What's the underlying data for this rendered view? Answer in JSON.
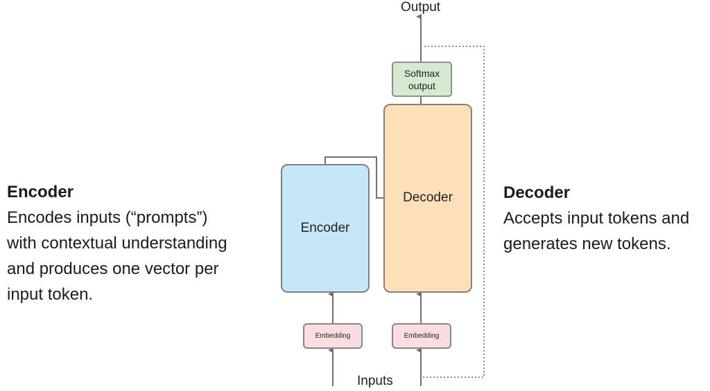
{
  "encoder_description": {
    "title": "Encoder",
    "lines": [
      "Encodes inputs (“prompts”)",
      "with contextual understanding",
      "and produces one vector per",
      "input token."
    ]
  },
  "decoder_description": {
    "title": "Decoder",
    "lines": [
      "Accepts input tokens and",
      "generates new tokens."
    ]
  },
  "diagram": {
    "output_label": "Output",
    "inputs_label": "Inputs",
    "softmax_lines": [
      "Softmax",
      "output"
    ],
    "encoder_label": "Encoder",
    "decoder_label": "Decoder",
    "embedding_left_label": "Embedding",
    "embedding_right_label": "Embedding",
    "colors": {
      "encoder_fill": "#c7e7f8",
      "decoder_fill": "#fde0b9",
      "softmax_fill": "#d6ead2",
      "embedding_fill": "#f9dde0",
      "line": "#707070"
    }
  }
}
